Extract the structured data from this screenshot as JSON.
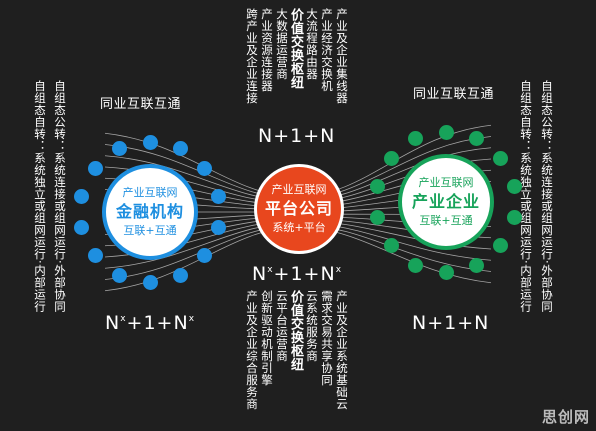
{
  "colors": {
    "background": "#1f1f1f",
    "finance": "#1e8fe0",
    "center": "#e8471e",
    "industry": "#17a35a",
    "ring_dot_blue": "#1e8fe0",
    "ring_dot_green": "#17a35a"
  },
  "left_hub": {
    "title_top": "产业互联网",
    "title_main": "金融机构",
    "title_sub": "互联+互通",
    "icon": "circle-node"
  },
  "center_hub": {
    "title_top": "产业互联网",
    "title_main": "平台公司",
    "title_sub": "系统+平台",
    "icon": "circle-node"
  },
  "right_hub": {
    "title_top": "产业互联网",
    "title_main": "产业企业",
    "title_sub": "互联+互通",
    "icon": "circle-node"
  },
  "labels": {
    "left_peer": "同业互联互通",
    "right_peer": "同业互联互通",
    "formula_left": "N",
    "formula_left_sup": "x",
    "formula_left_mid": "+1+N",
    "formula_left_sup2": "x",
    "formula_right": "N+1+N",
    "formula_top": "N+1+N",
    "formula_center": "N",
    "formula_center_sup": "x",
    "formula_center_mid": "+1+N",
    "formula_center_sup2": "x"
  },
  "top_columns": [
    "跨产业及企业连接",
    "产业资源连接器",
    "大数据运营商",
    "价值交换枢纽",
    "大流程路由器",
    "产业经济交换机",
    "产业及企业集线器"
  ],
  "bottom_columns": [
    "产业及企业综合服务商",
    "创新驱动机制引擎",
    "云平台运营商",
    "价值交换枢纽",
    "云系统服务商",
    "需求交易共享协同",
    "产业及企业系统基础云"
  ],
  "left_columns": [
    "自组态自转：系统独立或组网运行·内部运行",
    "自组态公转：系统连接或组网运行·外部协同"
  ],
  "right_columns": [
    "自组态自转：系统独立或组网运行·内部运行",
    "自组态公转：系统连接或组网运行·外部协同"
  ],
  "watermark": "思创网"
}
